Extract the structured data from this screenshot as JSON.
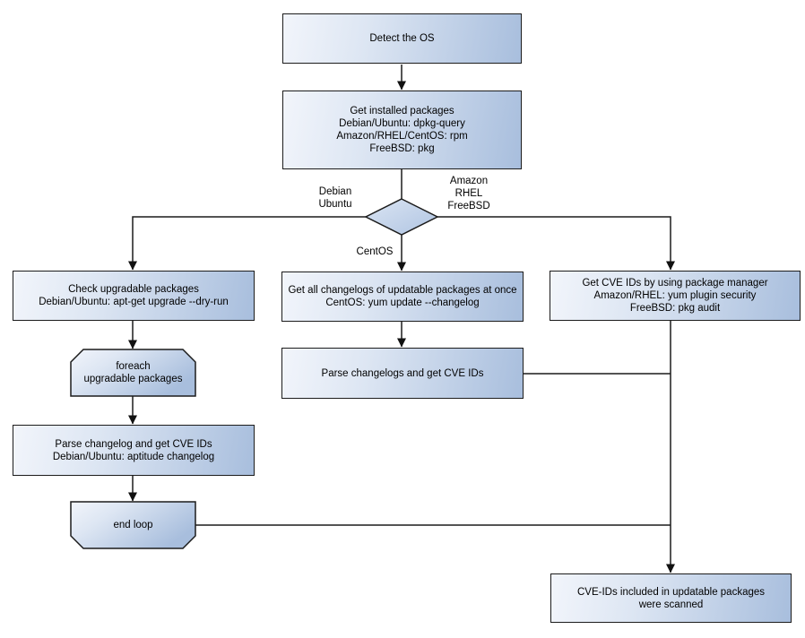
{
  "colors": {
    "box_gradient_start": "#f2f5fb",
    "box_gradient_end": "#a8bedd",
    "diamond_gradient_start": "#d9e3f2",
    "diamond_gradient_end": "#afc4e2",
    "border": "#1c1c1c",
    "connector": "#1c1c1c",
    "background": "#ffffff"
  },
  "nodes": {
    "detect_os": {
      "label": "Detect the OS"
    },
    "get_installed_packages": {
      "lines": [
        "Get installed packages",
        "Debian/Ubuntu: dpkg-query",
        "Amazon/RHEL/CentOS: rpm",
        "FreeBSD: pkg"
      ]
    },
    "check_upgradable": {
      "lines": [
        "Check upgradable packages",
        "Debian/Ubuntu: apt-get upgrade --dry-run"
      ]
    },
    "foreach_loop": {
      "lines": [
        "foreach",
        "upgradable  packages"
      ]
    },
    "parse_changelog_left": {
      "lines": [
        "Parse changelog and get  CVE IDs",
        "Debian/Ubuntu: aptitude changelog"
      ]
    },
    "end_loop": {
      "label": "end loop"
    },
    "get_all_changelogs": {
      "lines": [
        "Get all changelogs of updatable packages at once",
        "CentOS: yum update --changelog"
      ]
    },
    "parse_changelogs_mid": {
      "label": "Parse changelogs and get CVE IDs"
    },
    "get_cve_ids_right": {
      "lines": [
        "Get CVE IDs by using package manager",
        "Amazon/RHEL: yum plugin security",
        "FreeBSD: pkg audit"
      ]
    },
    "result_scanned": {
      "lines": [
        "CVE-IDs included in updatable packages",
        "were scanned"
      ]
    }
  },
  "edge_labels": {
    "left_branch": {
      "lines": [
        "Debian",
        "Ubuntu"
      ]
    },
    "right_branch": {
      "lines": [
        "Amazon",
        "RHEL",
        "FreeBSD"
      ]
    },
    "down_branch": "CentOS"
  }
}
